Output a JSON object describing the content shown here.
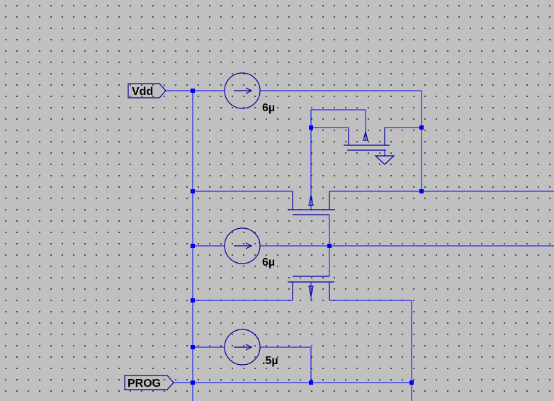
{
  "net_labels": {
    "vdd": "Vdd",
    "prog": "PROG"
  },
  "current_sources": [
    {
      "value": "6µ"
    },
    {
      "value": "6µ"
    },
    {
      "value": ".5µ"
    }
  ],
  "colors": {
    "background": "#c0c0c0",
    "wire": "#0000ff",
    "component": "#0000a0",
    "grid_dot": "#2a2a2a",
    "text": "#000000"
  }
}
